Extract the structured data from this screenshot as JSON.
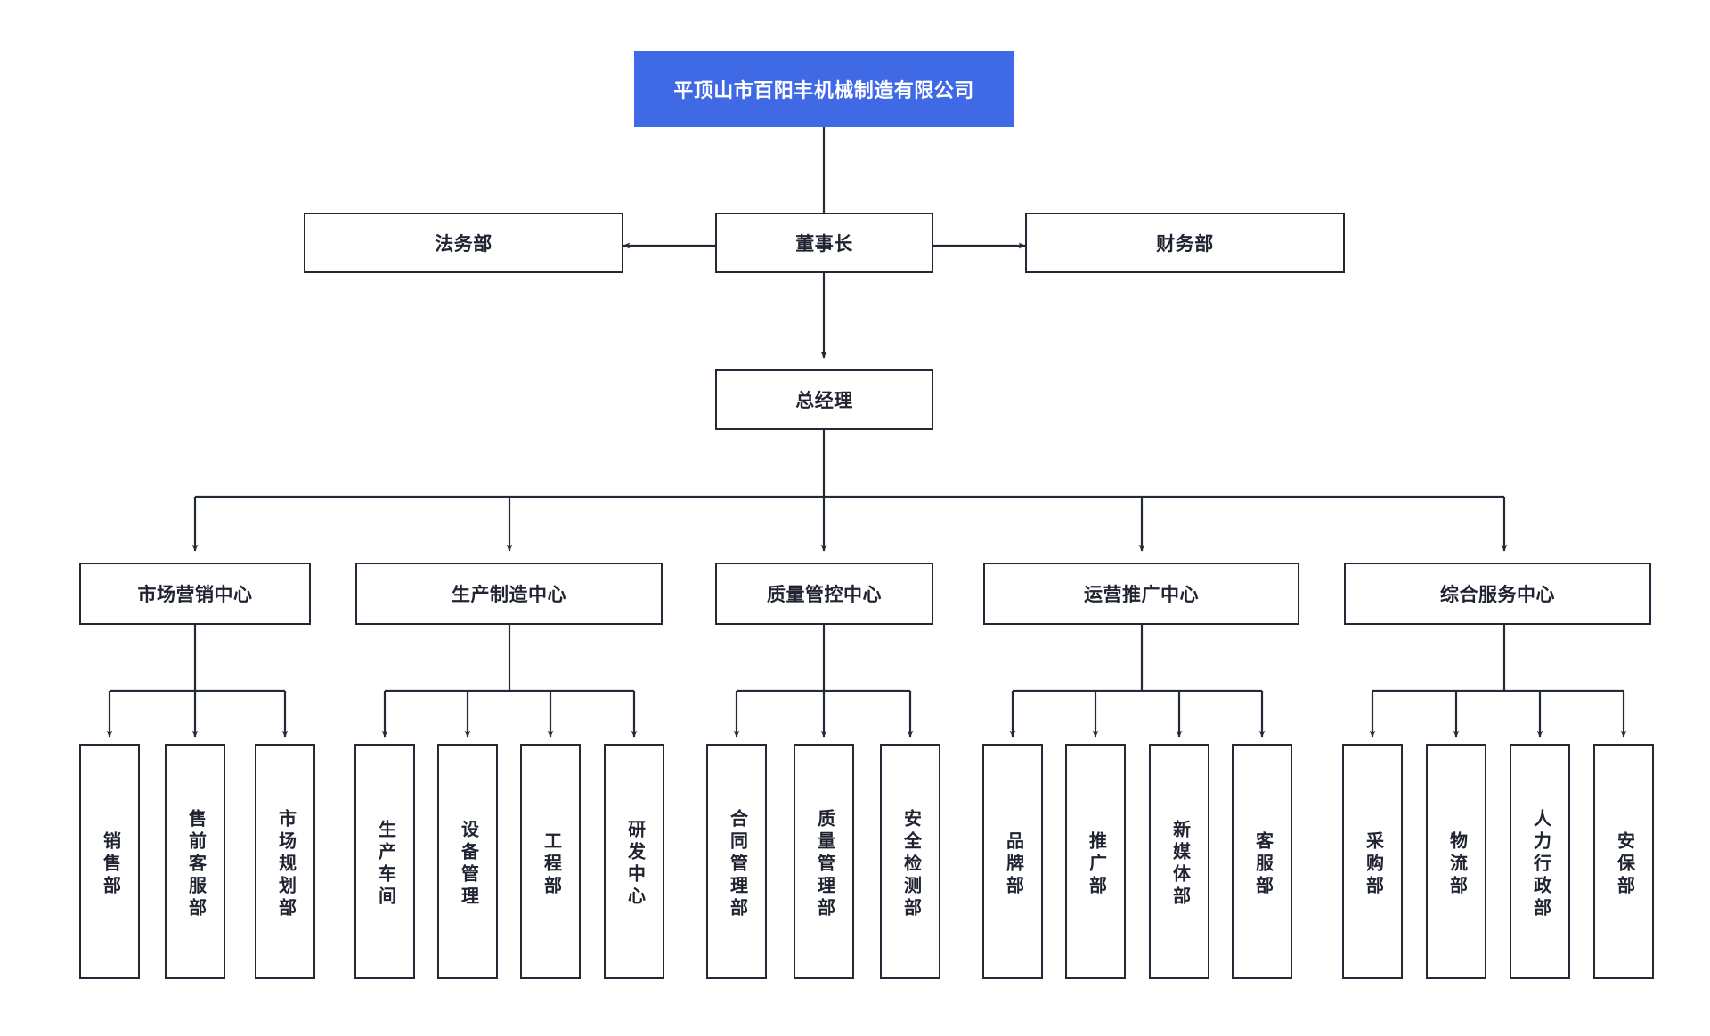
{
  "meta": {
    "diagram_type": "organization-chart",
    "background_color": "#ffffff",
    "box_border_color": "#232a36",
    "line_color": "#232a36",
    "root_fill_color": "#4069e5",
    "root_text_color": "#ffffff"
  },
  "root": {
    "label": "平顶山市百阳丰机械制造有限公司"
  },
  "level2": {
    "left": {
      "label": "法务部"
    },
    "center": {
      "label": "董事长"
    },
    "right": {
      "label": "财务部"
    }
  },
  "level3": {
    "center": {
      "label": "总经理"
    }
  },
  "centers": [
    {
      "label": "市场营销中心",
      "children": [
        {
          "label": "销售部"
        },
        {
          "label": "售前客服部"
        },
        {
          "label": "市场规划部"
        }
      ]
    },
    {
      "label": "生产制造中心",
      "children": [
        {
          "label": "生产车间"
        },
        {
          "label": "设备管理"
        },
        {
          "label": "工程部"
        },
        {
          "label": "研发中心"
        }
      ]
    },
    {
      "label": "质量管控中心",
      "children": [
        {
          "label": "合同管理部"
        },
        {
          "label": "质量管理部"
        },
        {
          "label": "安全检测部"
        }
      ]
    },
    {
      "label": "运营推广中心",
      "children": [
        {
          "label": "品牌部"
        },
        {
          "label": "推广部"
        },
        {
          "label": "新媒体部"
        },
        {
          "label": "客服部"
        }
      ]
    },
    {
      "label": "综合服务中心",
      "children": [
        {
          "label": "采购部"
        },
        {
          "label": "物流部"
        },
        {
          "label": "人力行政部"
        },
        {
          "label": "安保部"
        }
      ]
    }
  ]
}
